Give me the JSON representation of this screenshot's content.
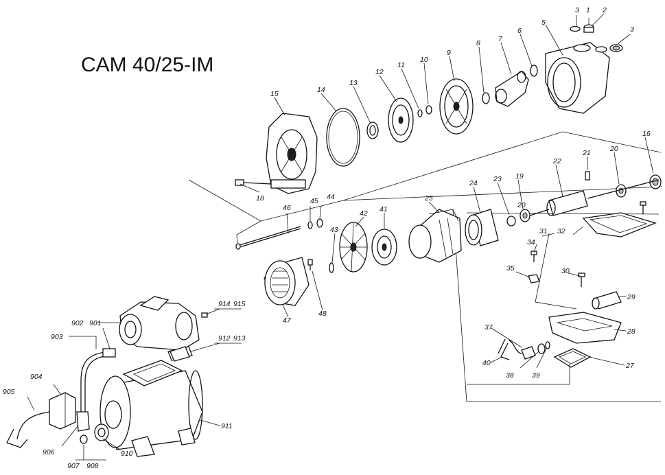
{
  "diagram": {
    "title": "CAM 40/25-IM",
    "callouts": [
      {
        "id": "c1",
        "text": "1"
      },
      {
        "id": "c2",
        "text": "2"
      },
      {
        "id": "c3a",
        "text": "3"
      },
      {
        "id": "c3b",
        "text": "3"
      },
      {
        "id": "c5",
        "text": "5"
      },
      {
        "id": "c6",
        "text": "6"
      },
      {
        "id": "c7",
        "text": "7"
      },
      {
        "id": "c8",
        "text": "8"
      },
      {
        "id": "c9",
        "text": "9"
      },
      {
        "id": "c10",
        "text": "10"
      },
      {
        "id": "c11",
        "text": "11"
      },
      {
        "id": "c12",
        "text": "12"
      },
      {
        "id": "c13",
        "text": "13"
      },
      {
        "id": "c14",
        "text": "14"
      },
      {
        "id": "c15",
        "text": "15"
      },
      {
        "id": "c16",
        "text": "16"
      },
      {
        "id": "c18",
        "text": "18"
      },
      {
        "id": "c19",
        "text": "19"
      },
      {
        "id": "c20a",
        "text": "20"
      },
      {
        "id": "c20b",
        "text": "20"
      },
      {
        "id": "c21",
        "text": "21"
      },
      {
        "id": "c22",
        "text": "22"
      },
      {
        "id": "c23",
        "text": "23"
      },
      {
        "id": "c24",
        "text": "24"
      },
      {
        "id": "c25",
        "text": "25"
      },
      {
        "id": "c27",
        "text": "27"
      },
      {
        "id": "c28",
        "text": "28"
      },
      {
        "id": "c29",
        "text": "29"
      },
      {
        "id": "c30",
        "text": "30"
      },
      {
        "id": "c31",
        "text": "31"
      },
      {
        "id": "c32",
        "text": "32"
      },
      {
        "id": "c34",
        "text": "34"
      },
      {
        "id": "c35",
        "text": "35"
      },
      {
        "id": "c37",
        "text": "37"
      },
      {
        "id": "c38",
        "text": "38"
      },
      {
        "id": "c39",
        "text": "39"
      },
      {
        "id": "c40",
        "text": "40"
      },
      {
        "id": "c41",
        "text": "41"
      },
      {
        "id": "c42",
        "text": "42"
      },
      {
        "id": "c43",
        "text": "43"
      },
      {
        "id": "c44",
        "text": "44"
      },
      {
        "id": "c45",
        "text": "45"
      },
      {
        "id": "c46",
        "text": "46"
      },
      {
        "id": "c47",
        "text": "47"
      },
      {
        "id": "c48",
        "text": "48"
      },
      {
        "id": "c901",
        "text": "901"
      },
      {
        "id": "c902",
        "text": "902"
      },
      {
        "id": "c903",
        "text": "903"
      },
      {
        "id": "c904",
        "text": "904"
      },
      {
        "id": "c905",
        "text": "905"
      },
      {
        "id": "c906",
        "text": "906"
      },
      {
        "id": "c907",
        "text": "907"
      },
      {
        "id": "c908",
        "text": "908"
      },
      {
        "id": "c910",
        "text": "910"
      },
      {
        "id": "c911",
        "text": "911"
      },
      {
        "id": "c912",
        "text": "912"
      },
      {
        "id": "c913",
        "text": "913"
      },
      {
        "id": "c914",
        "text": "914"
      },
      {
        "id": "c915",
        "text": "915"
      }
    ]
  }
}
